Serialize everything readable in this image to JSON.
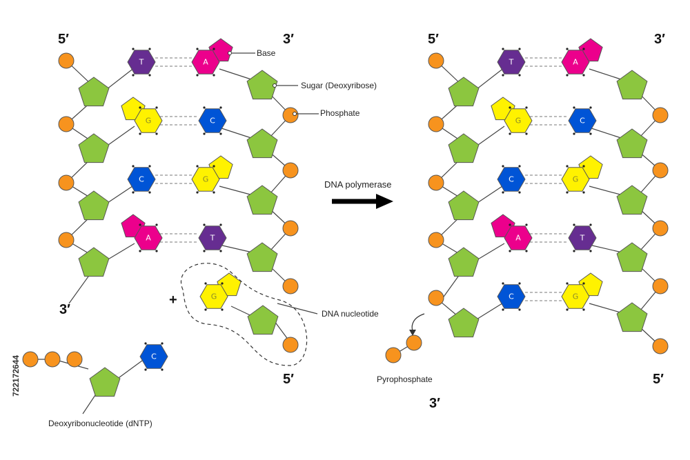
{
  "colors": {
    "phosphate": "#F7931E",
    "sugar": "#8CC63F",
    "T": "#662D91",
    "A": "#EC008C",
    "G": "#FFF200",
    "C": "#0054D6",
    "G_text": "#8a8a2a"
  },
  "labels": {
    "five_prime": "5′",
    "three_prime": "3′",
    "base": "Base",
    "sugar": "Sugar (Deoxyribose)",
    "phosphate": "Phosphate",
    "enzyme": "DNA polymerase",
    "nucleotide": "DNA nucleotide",
    "plus": "+",
    "dntp": "Deoxyribonucleotide (dNTP)",
    "pyrophosphate": "Pyrophosphate",
    "stock_id": "722172644"
  },
  "base_letters": {
    "T": "T",
    "A": "A",
    "G": "G",
    "C": "C"
  }
}
